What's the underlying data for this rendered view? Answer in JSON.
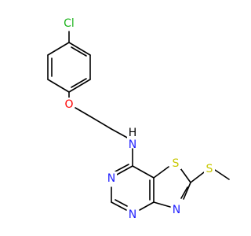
{
  "molecule": {
    "atoms": {
      "cl": {
        "text": "Cl",
        "color": "#1fb51f"
      },
      "o": {
        "text": "O",
        "color": "#ff0000"
      },
      "nh": {
        "text": "N",
        "color": "#1f1fff"
      },
      "h": {
        "text": "H",
        "color": "#000000"
      },
      "n_ring1": {
        "text": "N",
        "color": "#1f1fff"
      },
      "n_ring2": {
        "text": "N",
        "color": "#1f1fff"
      },
      "n_thz": {
        "text": "N",
        "color": "#1f1fff"
      },
      "s_ring": {
        "text": "S",
        "color": "#c8c800"
      },
      "s_chain": {
        "text": "S",
        "color": "#c8c800"
      }
    },
    "bond_color": "#000000"
  }
}
